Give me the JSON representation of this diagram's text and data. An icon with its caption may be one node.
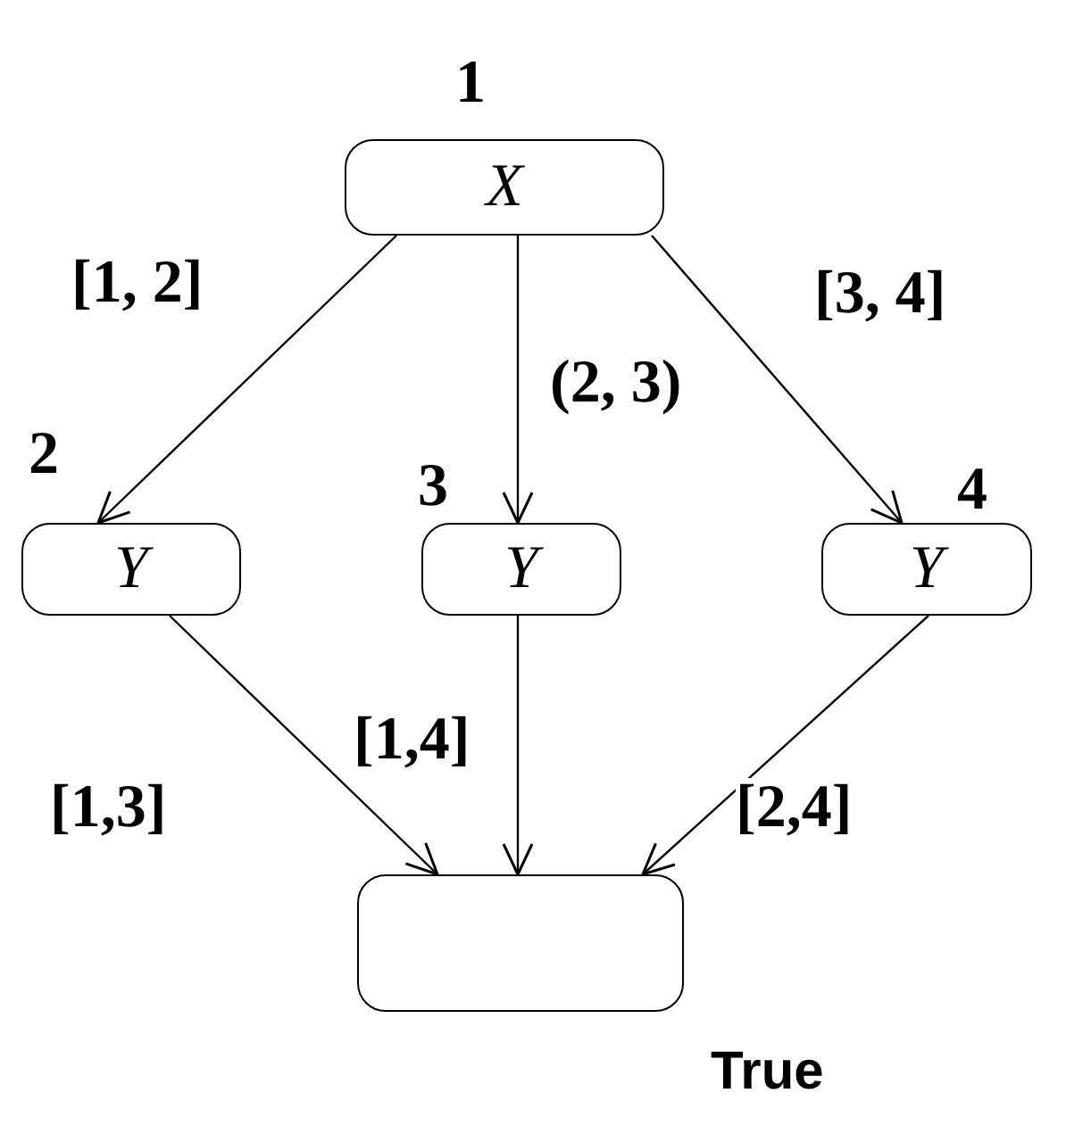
{
  "diagram": {
    "nodes": [
      {
        "text": [
          "X"
        ],
        "beside": [
          "1"
        ]
      },
      {
        "text": [
          "Y"
        ],
        "beside": [
          "2"
        ]
      },
      {
        "text": [
          "Y"
        ],
        "beside": [
          "3"
        ]
      },
      {
        "text": [
          "Y"
        ],
        "beside": [
          "4"
        ]
      },
      {
        "text": [],
        "shape": "box",
        "beside": [
          "True"
        ]
      }
    ],
    "edges": [
      {
        "from": 0,
        "to": 1,
        "arrow": "to",
        "label": "[1, 2]"
      },
      {
        "from": 0,
        "to": 2,
        "arrow": "to",
        "label": "(2, 3)"
      },
      {
        "from": 0,
        "to": 3,
        "arrow": "to",
        "label": "[3, 4]"
      },
      {
        "from": 1,
        "to": 4,
        "arrow": "to",
        "label": "[1,3]"
      },
      {
        "from": 2,
        "to": 4,
        "arrow": "to",
        "label": "[1,4]"
      },
      {
        "from": 3,
        "to": 4,
        "arrow": "to",
        "label": "[2,4]"
      }
    ]
  }
}
